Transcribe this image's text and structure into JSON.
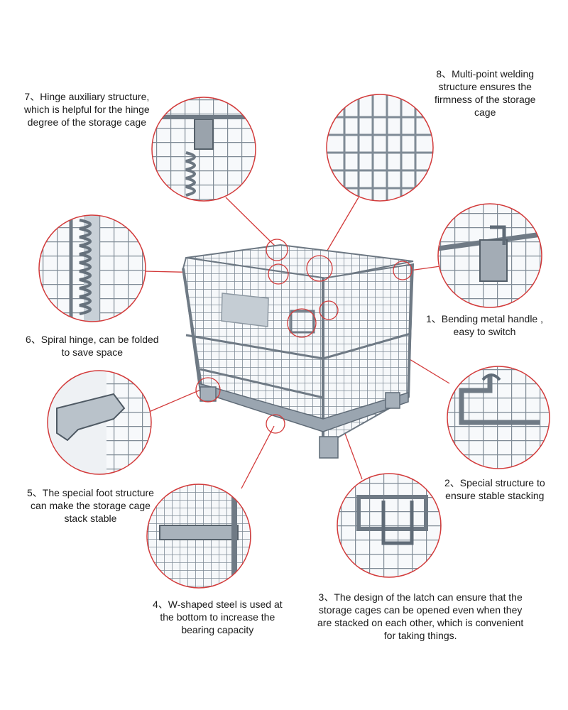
{
  "callouts": {
    "c7": {
      "lines": [
        "7、Hinge auxiliary structure,",
        "which is helpful for the hinge",
        "degree of the storage cage"
      ]
    },
    "c8": {
      "lines": [
        "8、Multi-point welding",
        "structure ensures the",
        "firmness of the storage",
        "cage"
      ]
    },
    "c6": {
      "lines": [
        "6、Spiral hinge, can be folded",
        "to save space"
      ]
    },
    "c1": {
      "lines": [
        "1、Bending metal handle ,",
        "easy to switch"
      ]
    },
    "c2": {
      "lines": [
        "2、Special structure to",
        "ensure stable stacking"
      ]
    },
    "c5": {
      "lines": [
        "5、The special foot structure",
        "can make the storage cage",
        "stack stable"
      ]
    },
    "c4": {
      "lines": [
        "4、W-shaped steel is used at",
        "the bottom to increase the",
        "bearing capacity"
      ]
    },
    "c3": {
      "lines": [
        "3、The design of the latch can ensure that the",
        "storage cages can be opened even when they",
        "are stacked on each other, which is convenient",
        "for taking things."
      ]
    }
  },
  "colors": {
    "leader": "#d33b3b",
    "metal": "#8e9aa6",
    "metal_dark": "#5f6b77",
    "text": "#1a1a1a"
  }
}
